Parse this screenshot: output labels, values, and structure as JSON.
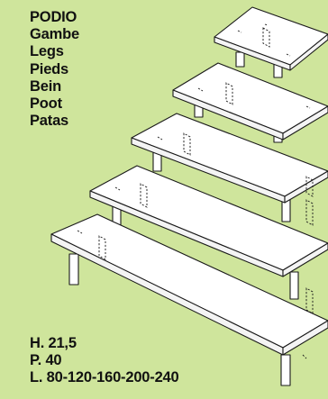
{
  "product": {
    "names": [
      "PODIO",
      "Gambe",
      "Legs",
      "Pieds",
      "Bein",
      "Poot",
      "Patas"
    ]
  },
  "dimensions": {
    "height": "H. 21,5",
    "depth": "P. 40",
    "lengths": "L. 80-120-160-200-240"
  },
  "colors": {
    "background": "#cfe59c",
    "line": "#1a1a1a",
    "board": "#ffffff"
  }
}
